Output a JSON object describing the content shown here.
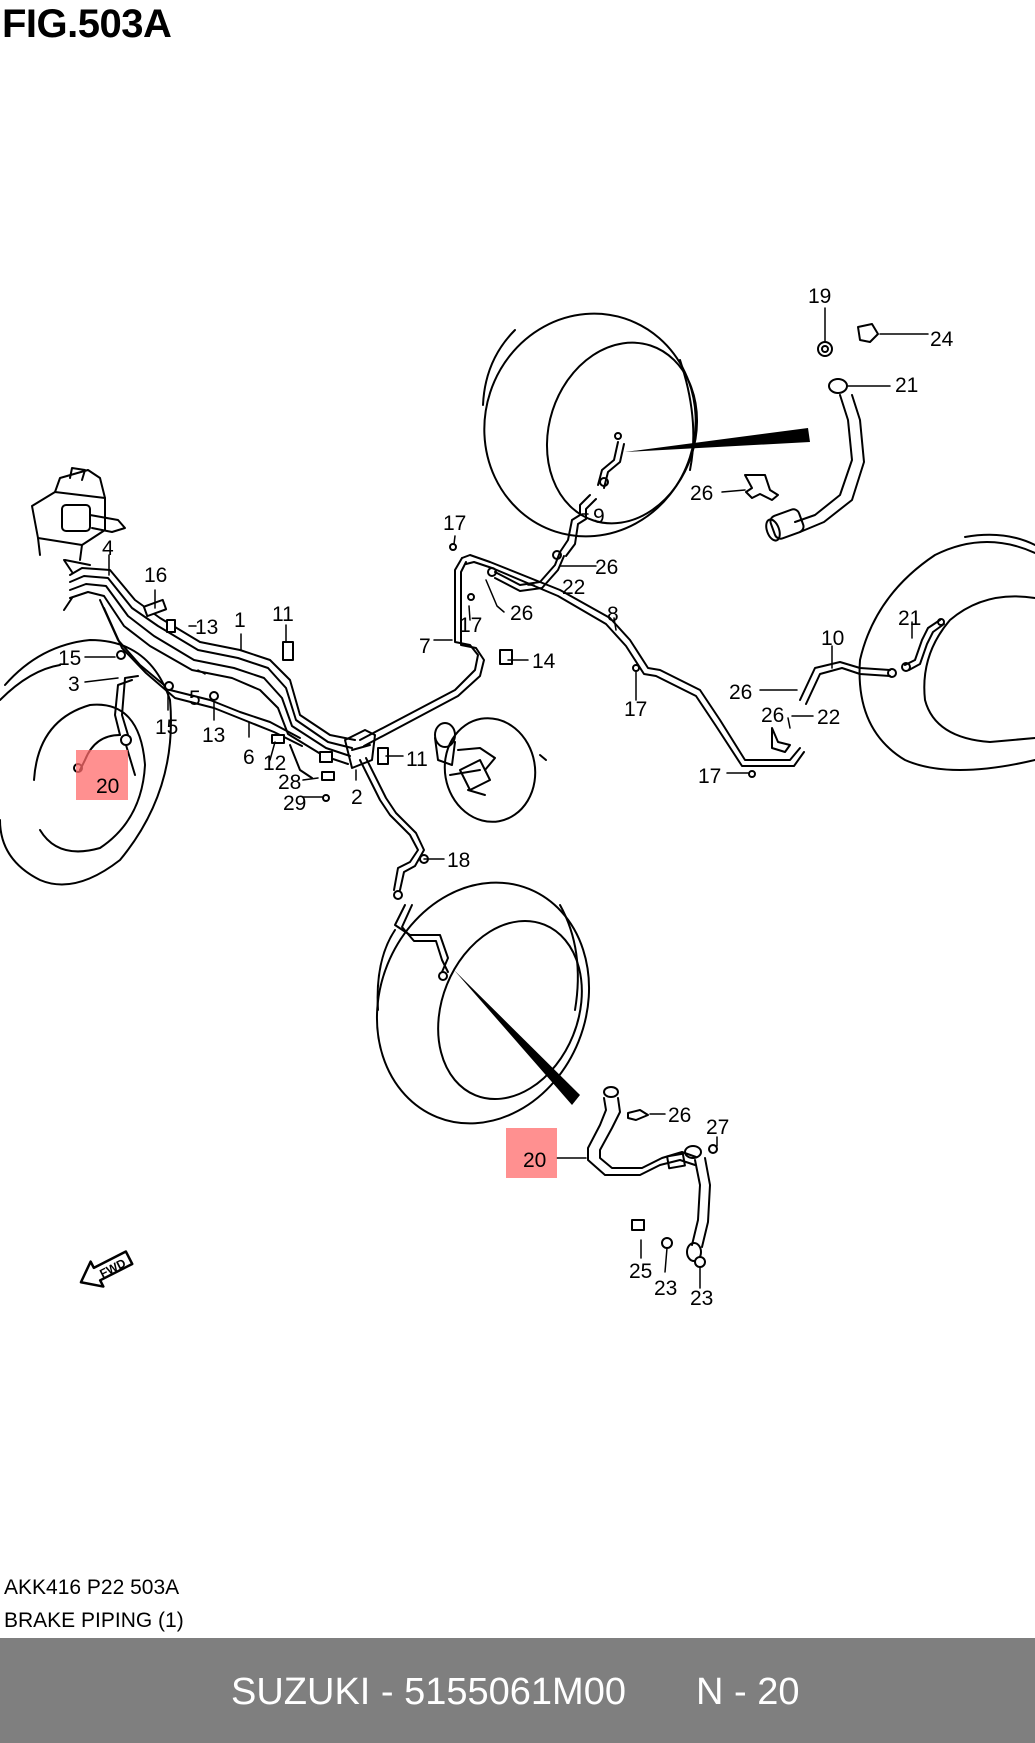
{
  "figure": {
    "title": "FIG.503A"
  },
  "callouts": [
    {
      "id": "c19a",
      "text": "19"
    },
    {
      "id": "c24",
      "text": "24"
    },
    {
      "id": "c21a",
      "text": "21"
    },
    {
      "id": "c26a",
      "text": "26"
    },
    {
      "id": "c9",
      "text": "9"
    },
    {
      "id": "c17a",
      "text": "17"
    },
    {
      "id": "c26b",
      "text": "26"
    },
    {
      "id": "c22a",
      "text": "22"
    },
    {
      "id": "c26c",
      "text": "26"
    },
    {
      "id": "c17b",
      "text": "17"
    },
    {
      "id": "c8",
      "text": "8"
    },
    {
      "id": "c7",
      "text": "7"
    },
    {
      "id": "c14",
      "text": "14"
    },
    {
      "id": "c17c",
      "text": "17"
    },
    {
      "id": "c21b",
      "text": "21"
    },
    {
      "id": "c10",
      "text": "10"
    },
    {
      "id": "c26d",
      "text": "26"
    },
    {
      "id": "c26e",
      "text": "26"
    },
    {
      "id": "c22b",
      "text": "22"
    },
    {
      "id": "c17d",
      "text": "17"
    },
    {
      "id": "c4",
      "text": "4"
    },
    {
      "id": "c16",
      "text": "16"
    },
    {
      "id": "c13a",
      "text": "13"
    },
    {
      "id": "c1",
      "text": "1"
    },
    {
      "id": "c11a",
      "text": "11"
    },
    {
      "id": "c15a",
      "text": "15"
    },
    {
      "id": "c3",
      "text": "3"
    },
    {
      "id": "c5",
      "text": "5"
    },
    {
      "id": "c15b",
      "text": "15"
    },
    {
      "id": "c13b",
      "text": "13"
    },
    {
      "id": "c6",
      "text": "6"
    },
    {
      "id": "c12",
      "text": "12"
    },
    {
      "id": "c28",
      "text": "28"
    },
    {
      "id": "c29",
      "text": "29"
    },
    {
      "id": "c2",
      "text": "2"
    },
    {
      "id": "c11b",
      "text": "11"
    },
    {
      "id": "c18",
      "text": "18"
    },
    {
      "id": "c26f",
      "text": "26"
    },
    {
      "id": "c27",
      "text": "27"
    },
    {
      "id": "c25",
      "text": "25"
    },
    {
      "id": "c23a",
      "text": "23"
    },
    {
      "id": "c23b",
      "text": "23"
    }
  ],
  "highlights": [
    {
      "id": "h20a",
      "text": "20"
    },
    {
      "id": "h20b",
      "text": "20"
    }
  ],
  "highlight_color": "#ff6b6b",
  "fwd_label": "FWD",
  "meta": {
    "code": "AKK416 P22 503A",
    "description": "BRAKE PIPING (1)"
  },
  "footer": {
    "part": "SUZUKI - 5155061M00",
    "ref": "N - 20"
  }
}
